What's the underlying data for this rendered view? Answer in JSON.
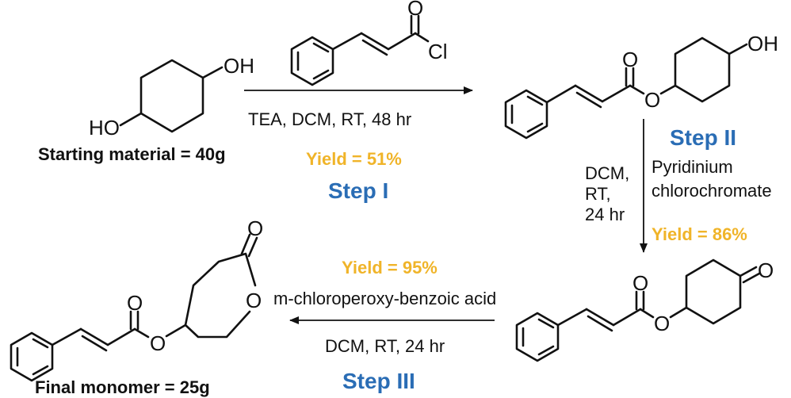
{
  "colors": {
    "step": "#2a6db5",
    "yield": "#f0b429",
    "ink": "#111111"
  },
  "atoms": {
    "oxygen": "O",
    "hydroxyl": "OH",
    "hydroxyl_left": "HO",
    "chlorine": "Cl"
  },
  "step1": {
    "conditions": "TEA, DCM,  RT, 48 hr",
    "yield": "Yield = 51%",
    "label": "Step I"
  },
  "start": {
    "note": "Starting material = 40g"
  },
  "step2": {
    "solvent_lines": [
      "DCM,",
      "RT,",
      "24 hr"
    ],
    "reagent_lines": [
      "Pyridinium",
      "chlorochromate"
    ],
    "yield": "Yield = 86%",
    "label": "Step II"
  },
  "step3": {
    "yield": "Yield = 95%",
    "reagent": "m-chloroperoxy-benzoic acid",
    "conditions": "DCM, RT, 24 hr",
    "label": "Step III"
  },
  "final": {
    "note": "Final monomer = 25g"
  }
}
